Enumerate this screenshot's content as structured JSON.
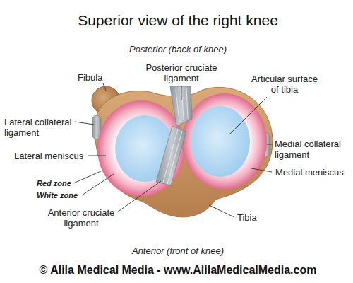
{
  "diagram": {
    "title": "Superior view of the right knee",
    "labels": [
      "Posterior (back of knee)",
      "Fibula",
      "Posterior cruciate ligament",
      "Articular surface of tibia",
      "Lateral collateral ligament",
      "Medial collateral ligament",
      "Lateral meniscus",
      "Medial meniscus",
      "Red zone",
      "White zone",
      "Anterior cruciate ligament",
      "Tibia",
      "Anterior (front of knee)",
      "© Alila Medical Media - www.AlilaMedicalMedia.com"
    ]
  }
}
